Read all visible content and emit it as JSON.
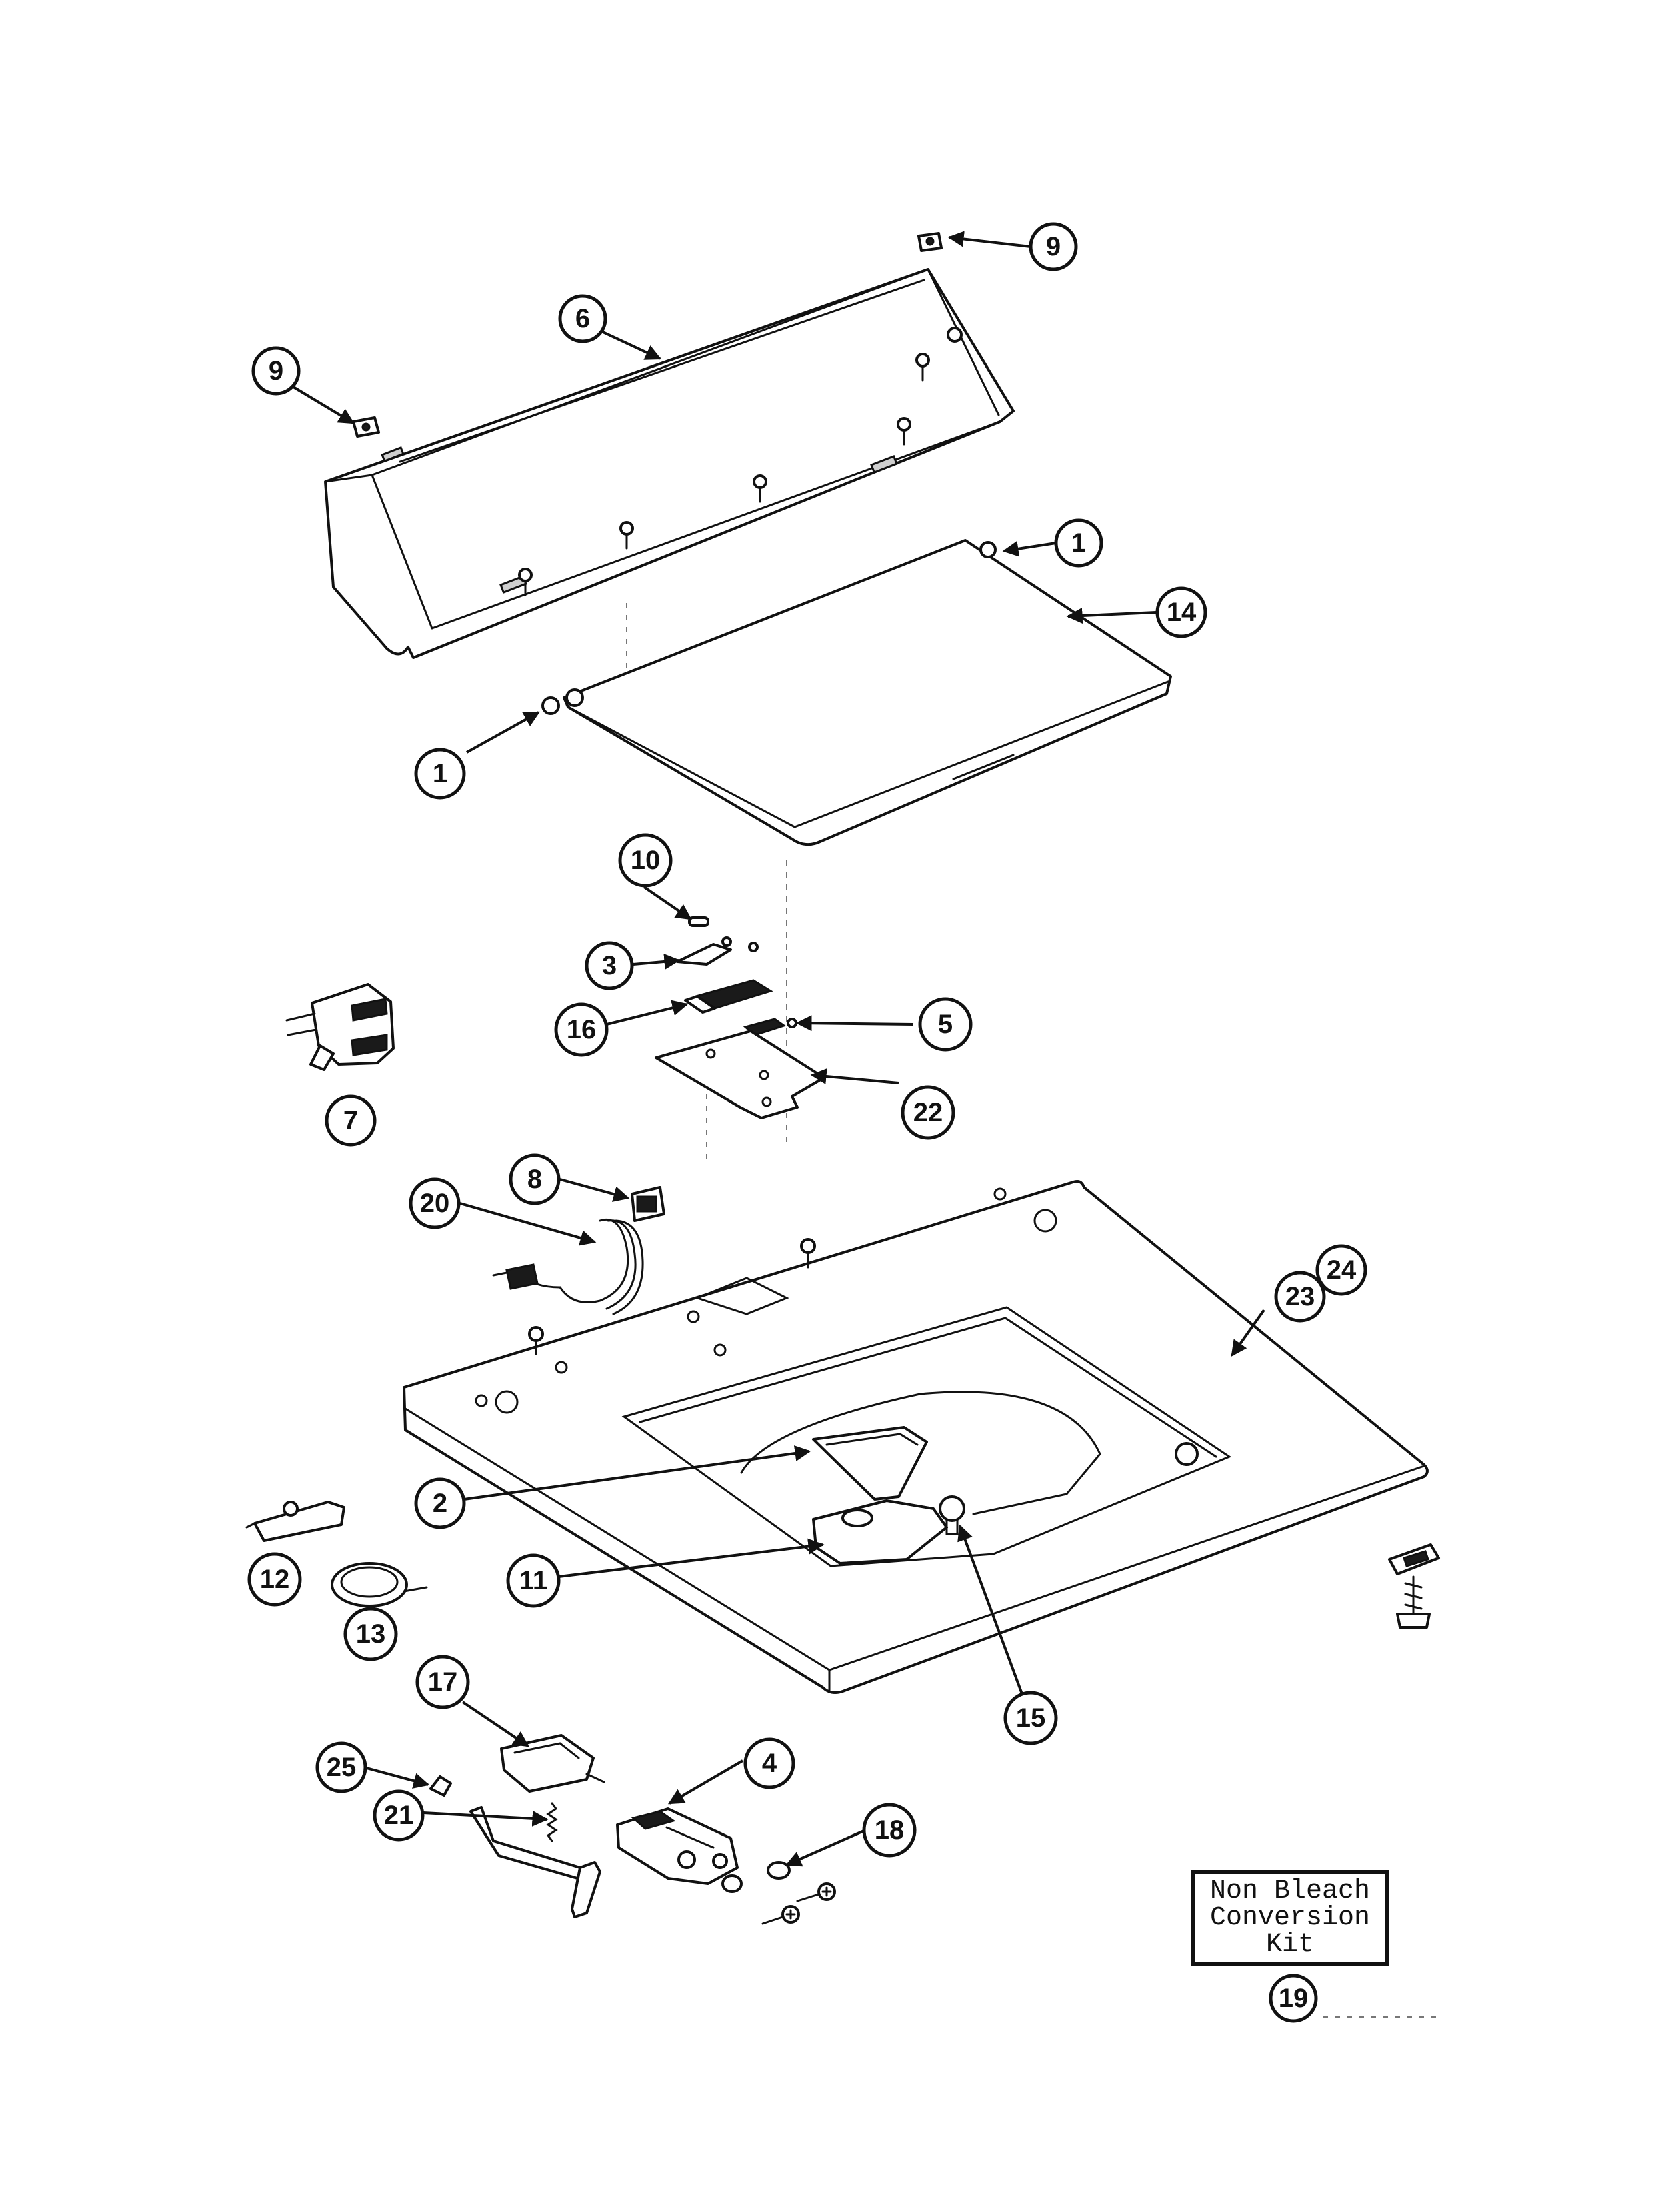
{
  "callouts": [
    "9",
    "6",
    "9",
    "1",
    "14",
    "1",
    "10",
    "3",
    "16",
    "5",
    "22",
    "7",
    "8",
    "20",
    "24",
    "23",
    "2",
    "11",
    "12",
    "13",
    "15",
    "17",
    "4",
    "25",
    "21",
    "18",
    "19"
  ],
  "kit": {
    "lines": [
      "Non Bleach",
      "Conversion",
      "Kit"
    ],
    "part_number": "19"
  },
  "colors": {
    "ink": "#111111",
    "paper": "#ffffff"
  }
}
